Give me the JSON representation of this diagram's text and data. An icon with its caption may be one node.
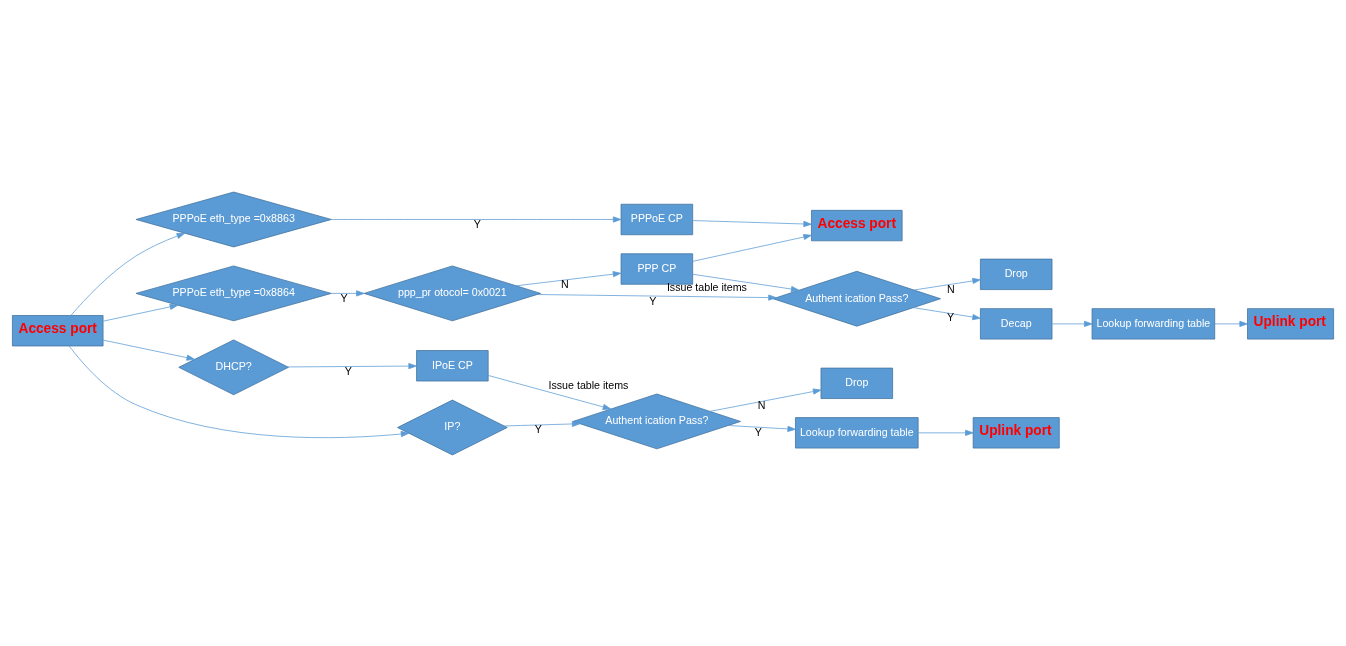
{
  "diagram": {
    "nodes": [
      {
        "text": [
          "Access port"
        ]
      },
      {
        "text": [
          "PPPoE eth_type =0x8863"
        ]
      },
      {
        "text": [
          "PPPoE CP"
        ]
      },
      {
        "text": [
          "Access port"
        ]
      },
      {
        "text": [
          "PPP CP"
        ]
      },
      {
        "text": [
          "PPPoE eth_type =0x8864"
        ]
      },
      {
        "text": [
          "ppp_pr otocol= 0x0021"
        ]
      },
      {
        "text": [
          "Authent ication Pass?"
        ]
      },
      {
        "text": [
          "Drop"
        ]
      },
      {
        "text": [
          "Decap"
        ]
      },
      {
        "text": [
          "Lookup forwarding table"
        ]
      },
      {
        "text": [
          "Uplink port"
        ]
      },
      {
        "text": [
          "DHCP?"
        ]
      },
      {
        "text": [
          "IPoE CP"
        ]
      },
      {
        "text": [
          "Drop"
        ]
      },
      {
        "text": [
          "IP?"
        ]
      },
      {
        "text": [
          "Authent ication Pass?"
        ]
      },
      {
        "text": [
          "Lookup forwarding table"
        ]
      },
      {
        "text": [
          "Uplink port"
        ]
      }
    ],
    "edges": [
      {
        "from": 0,
        "to": 1,
        "arrow": "to"
      },
      {
        "from": 0,
        "to": 5,
        "arrow": "to"
      },
      {
        "from": 0,
        "to": 12,
        "arrow": "to"
      },
      {
        "from": 0,
        "to": 15,
        "arrow": "to"
      },
      {
        "from": 1,
        "to": 2,
        "arrow": "to",
        "label": "Y"
      },
      {
        "from": 2,
        "to": 3,
        "arrow": "to"
      },
      {
        "from": 6,
        "to": 4,
        "arrow": "to",
        "label": "N"
      },
      {
        "from": 4,
        "to": 3,
        "arrow": "to"
      },
      {
        "from": 4,
        "to": 7,
        "arrow": "to",
        "label": "Issue table items"
      },
      {
        "from": 5,
        "to": 6,
        "arrow": "to",
        "label": "Y"
      },
      {
        "from": 6,
        "to": 7,
        "arrow": "to",
        "label": "Y"
      },
      {
        "from": 7,
        "to": 8,
        "arrow": "to",
        "label": "N"
      },
      {
        "from": 7,
        "to": 9,
        "arrow": "to",
        "label": "Y"
      },
      {
        "from": 9,
        "to": 10,
        "arrow": "to"
      },
      {
        "from": 10,
        "to": 11,
        "arrow": "to"
      },
      {
        "from": 12,
        "to": 13,
        "arrow": "to",
        "label": "Y"
      },
      {
        "from": 13,
        "to": 16,
        "arrow": "to",
        "label": "Issue table items"
      },
      {
        "from": 16,
        "to": 14,
        "arrow": "to",
        "label": "N"
      },
      {
        "from": 15,
        "to": 16,
        "arrow": "to",
        "label": "Y"
      },
      {
        "from": 16,
        "to": 17,
        "arrow": "to",
        "label": "Y"
      },
      {
        "from": 17,
        "to": 18,
        "arrow": "to"
      }
    ]
  }
}
